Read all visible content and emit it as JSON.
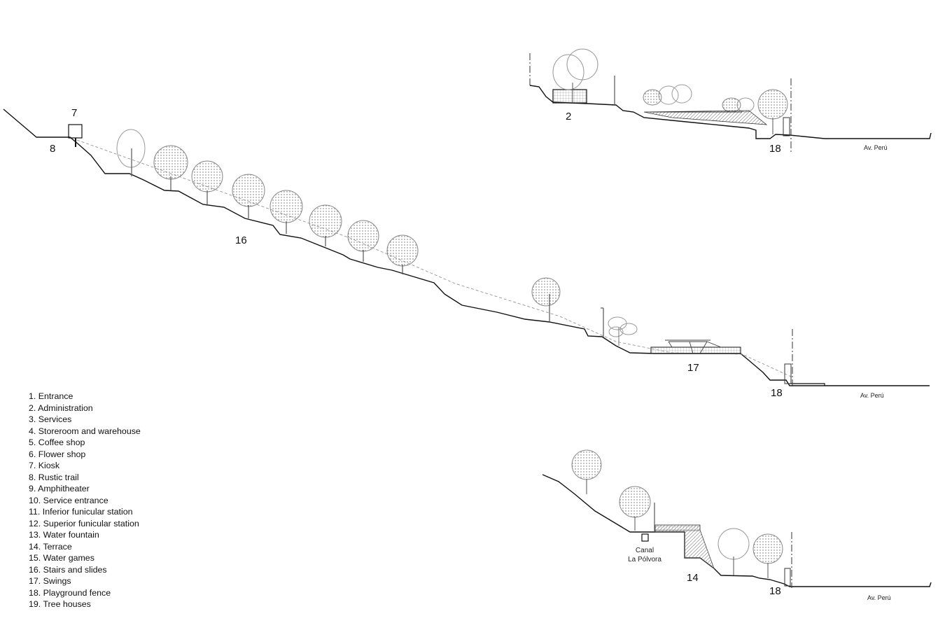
{
  "legend": [
    "1. Entrance",
    "2. Administration",
    "3. Services",
    "4. Storeroom and warehouse",
    "5. Coffee shop",
    "6. Flower shop",
    "7. Kiosk",
    "8. Rustic trail",
    "9. Amphitheater",
    "10. Service entrance",
    "11. Inferior funicular station",
    "12. Superior funicular station",
    "13. Water fountain",
    "14. Terrace",
    "15. Water games",
    "16. Stairs and slides",
    "17. Swings",
    "18. Playground fence",
    "19. Tree houses"
  ],
  "section_top": {
    "num_2": "2",
    "num_18": "18",
    "street": "Av. Perú"
  },
  "section_main": {
    "num_7": "7",
    "num_8": "8",
    "num_16": "16",
    "num_17": "17",
    "num_18": "18",
    "street": "Av. Perú"
  },
  "section_bottom": {
    "canal_line1": "Canal",
    "canal_line2": "La Pólvora",
    "num_14": "14",
    "num_18": "18",
    "street": "Av. Perú"
  }
}
